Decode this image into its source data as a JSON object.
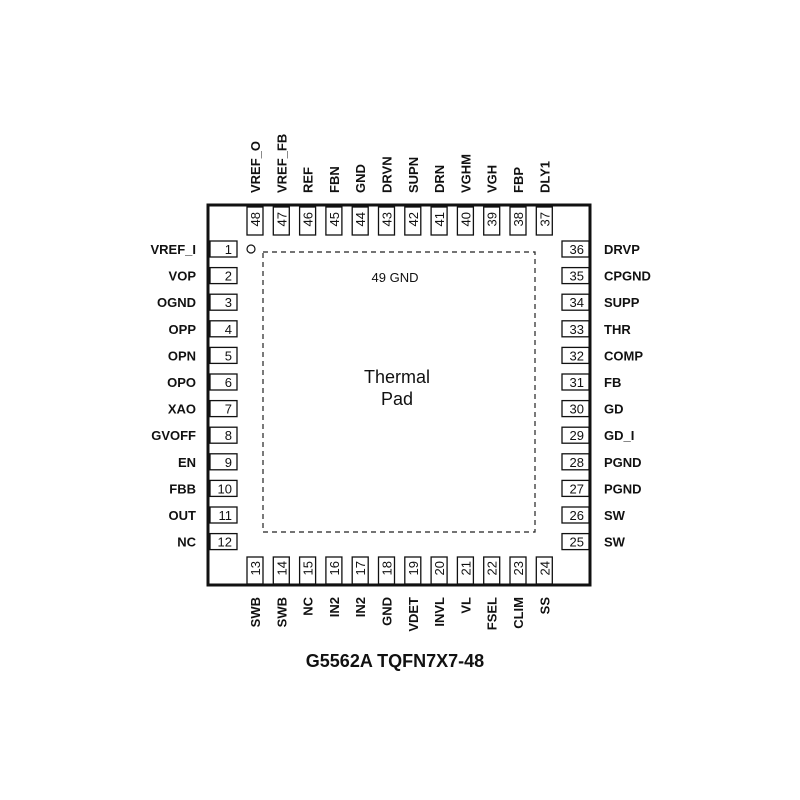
{
  "title": "G5562A TQFN7X7-48",
  "thermal_pad": {
    "label_line1": "Thermal",
    "label_line2": "Pad",
    "pin_label": "49 GND"
  },
  "pins": {
    "left": [
      {
        "num": "1",
        "name": "VREF_I"
      },
      {
        "num": "2",
        "name": "VOP"
      },
      {
        "num": "3",
        "name": "OGND"
      },
      {
        "num": "4",
        "name": "OPP"
      },
      {
        "num": "5",
        "name": "OPN"
      },
      {
        "num": "6",
        "name": "OPO"
      },
      {
        "num": "7",
        "name": "XAO"
      },
      {
        "num": "8",
        "name": "GVOFF"
      },
      {
        "num": "9",
        "name": "EN"
      },
      {
        "num": "10",
        "name": "FBB"
      },
      {
        "num": "11",
        "name": "OUT"
      },
      {
        "num": "12",
        "name": "NC"
      }
    ],
    "bottom": [
      {
        "num": "13",
        "name": "SWB"
      },
      {
        "num": "14",
        "name": "SWB"
      },
      {
        "num": "15",
        "name": "NC"
      },
      {
        "num": "16",
        "name": "IN2"
      },
      {
        "num": "17",
        "name": "IN2"
      },
      {
        "num": "18",
        "name": "GND"
      },
      {
        "num": "19",
        "name": "VDET"
      },
      {
        "num": "20",
        "name": "INVL"
      },
      {
        "num": "21",
        "name": "VL"
      },
      {
        "num": "22",
        "name": "FSEL"
      },
      {
        "num": "23",
        "name": "CLIM"
      },
      {
        "num": "24",
        "name": "SS"
      }
    ],
    "right": [
      {
        "num": "25",
        "name": "SW"
      },
      {
        "num": "26",
        "name": "SW"
      },
      {
        "num": "27",
        "name": "PGND"
      },
      {
        "num": "28",
        "name": "PGND"
      },
      {
        "num": "29",
        "name": "GD_I"
      },
      {
        "num": "30",
        "name": "GD"
      },
      {
        "num": "31",
        "name": "FB"
      },
      {
        "num": "32",
        "name": "COMP"
      },
      {
        "num": "33",
        "name": "THR"
      },
      {
        "num": "34",
        "name": "SUPP"
      },
      {
        "num": "35",
        "name": "CPGND"
      },
      {
        "num": "36",
        "name": "DRVP"
      }
    ],
    "top": [
      {
        "num": "37",
        "name": "DLY1"
      },
      {
        "num": "38",
        "name": "FBP"
      },
      {
        "num": "39",
        "name": "VGH"
      },
      {
        "num": "40",
        "name": "VGHM"
      },
      {
        "num": "41",
        "name": "DRN"
      },
      {
        "num": "42",
        "name": "SUPN"
      },
      {
        "num": "43",
        "name": "DRVN"
      },
      {
        "num": "44",
        "name": "GND"
      },
      {
        "num": "45",
        "name": "FBN"
      },
      {
        "num": "46",
        "name": "REF"
      },
      {
        "num": "47",
        "name": "VREF_FB"
      },
      {
        "num": "48",
        "name": "VREF_O"
      }
    ]
  }
}
